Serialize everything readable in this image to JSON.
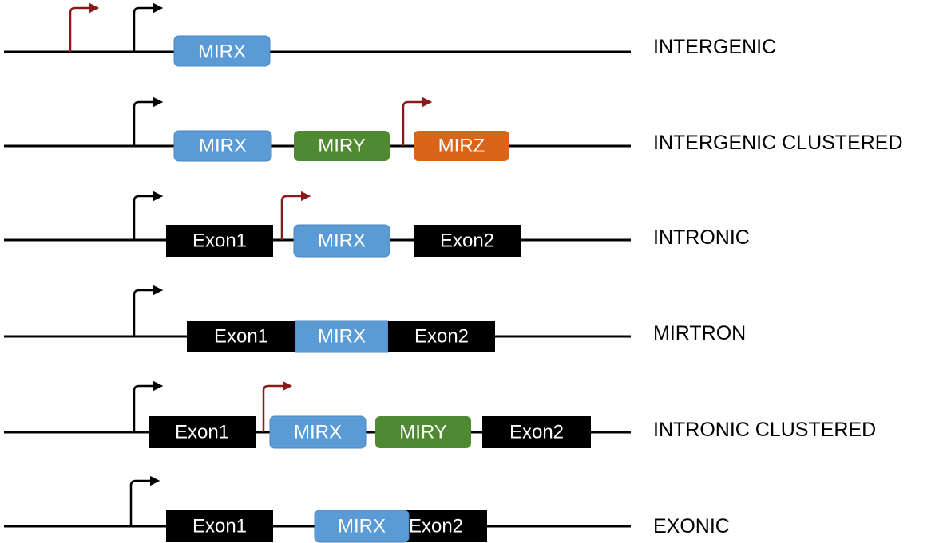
{
  "colors": {
    "line": "#000000",
    "promoter_primary": "#000000",
    "promoter_secondary": "#8b1a1a",
    "mir_blue": "#5b9bd5",
    "mir_blue_border": "#4a87c0",
    "mir_green": "#4f8a33",
    "mir_orange": "#d9651a",
    "exon": "#000000"
  },
  "rows": [
    {
      "label": "INTERGENIC",
      "promoters": [
        "secondary",
        "primary"
      ],
      "elements": [
        {
          "kind": "mir",
          "color": "blue",
          "text": "MIRX"
        }
      ]
    },
    {
      "label": "INTERGENIC CLUSTERED",
      "promoters": [
        "primary",
        "secondary"
      ],
      "elements": [
        {
          "kind": "mir",
          "color": "blue",
          "text": "MIRX"
        },
        {
          "kind": "mir",
          "color": "green",
          "text": "MIRY"
        },
        {
          "kind": "mir",
          "color": "orange",
          "text": "MIRZ"
        }
      ]
    },
    {
      "label": "INTRONIC",
      "promoters": [
        "primary",
        "secondary"
      ],
      "elements": [
        {
          "kind": "exon",
          "text": "Exon1"
        },
        {
          "kind": "mir",
          "color": "blue",
          "text": "MIRX"
        },
        {
          "kind": "exon",
          "text": "Exon2"
        }
      ]
    },
    {
      "label": "MIRTRON",
      "promoters": [
        "primary"
      ],
      "elements": [
        {
          "kind": "exon",
          "text": "Exon1"
        },
        {
          "kind": "mir",
          "color": "blue",
          "text": "MIRX"
        },
        {
          "kind": "exon",
          "text": "Exon2"
        }
      ]
    },
    {
      "label": "INTRONIC CLUSTERED",
      "promoters": [
        "primary",
        "secondary"
      ],
      "elements": [
        {
          "kind": "exon",
          "text": "Exon1"
        },
        {
          "kind": "mir",
          "color": "blue",
          "text": "MIRX"
        },
        {
          "kind": "mir",
          "color": "green",
          "text": "MIRY"
        },
        {
          "kind": "exon",
          "text": "Exon2"
        }
      ]
    },
    {
      "label": "EXONIC",
      "promoters": [
        "primary"
      ],
      "elements": [
        {
          "kind": "exon",
          "text": "Exon1"
        },
        {
          "kind": "exon",
          "text": "Exon2"
        },
        {
          "kind": "mir",
          "color": "blue",
          "text": "MIRX"
        }
      ]
    }
  ]
}
